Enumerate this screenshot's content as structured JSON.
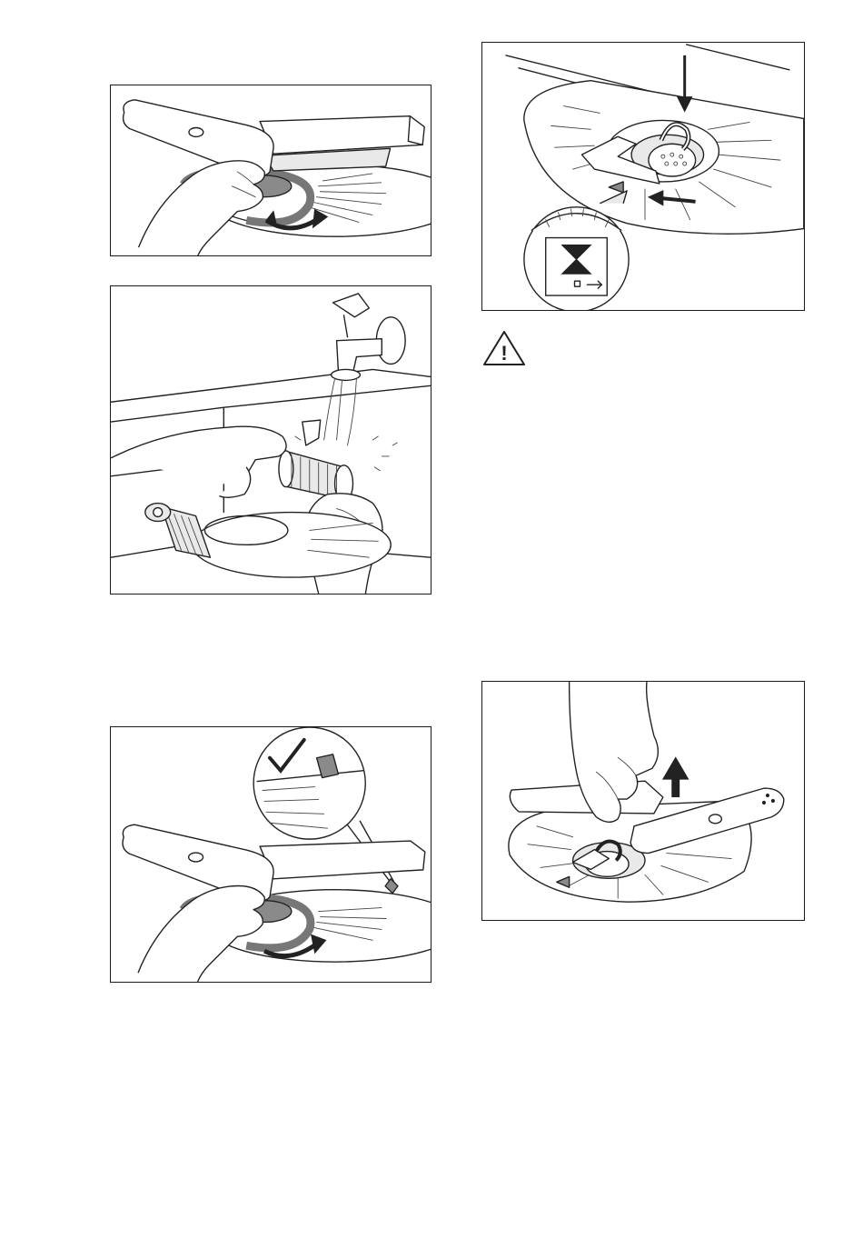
{
  "figures": [
    {
      "id": "fig1",
      "icon": "remove-spray-arm-rotate-filter-icon"
    },
    {
      "id": "fig2",
      "icon": "rinse-filters-under-tap-icon"
    },
    {
      "id": "fig3",
      "icon": "reinstall-filter-check-icon"
    },
    {
      "id": "fig4",
      "icon": "insert-filter-turn-lock-icon"
    },
    {
      "id": "fig5",
      "icon": "lift-lower-spray-arm-icon"
    }
  ],
  "warning": {
    "icon": "warning-triangle-icon",
    "symbol": "!"
  }
}
